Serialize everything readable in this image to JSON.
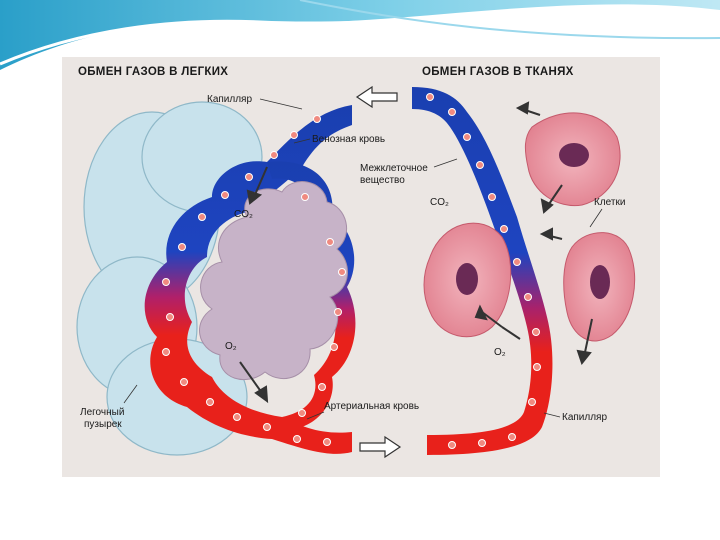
{
  "diagram": {
    "titles": {
      "lungs": "ОБМЕН ГАЗОВ В ЛЕГКИХ",
      "tissues": "ОБМЕН ГАЗОВ В ТКАНЯХ"
    },
    "labels": {
      "capillary_top": "Капилляр",
      "venous_blood": "Венозная кровь",
      "intercellular_line1": "Межклеточное",
      "intercellular_line2": "вещество",
      "co2_lung": "CO₂",
      "co2_tissue": "CO₂",
      "cells": "Клетки",
      "o2_lung": "O₂",
      "o2_tissue": "O₂",
      "alveolus_line1": "Легочный",
      "alveolus_line2": "пузырек",
      "arterial_blood": "Артериальная кровь",
      "capillary_bottom": "Капилляр"
    },
    "colors": {
      "venous": "#1a3fb0",
      "arterial": "#e8211b",
      "alveolus_inner": "#c7b3c8",
      "cell": "#e99aa5",
      "nucleus": "#6a2a55",
      "lung_outer": "#c8e2ec"
    }
  }
}
